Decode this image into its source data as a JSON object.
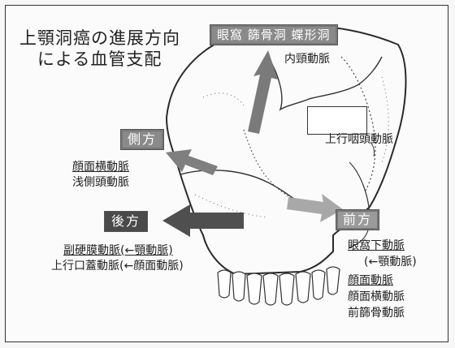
{
  "title": {
    "line1": "上顎洞癌の進展方向",
    "line2": "による血管支配"
  },
  "directions": {
    "superior": {
      "label": "眼窩 篩骨洞 蝶形洞",
      "vessels": [
        "内頸動脈"
      ]
    },
    "lateral": {
      "label": "側方",
      "vessels": [
        "顔面横動脈",
        "浅側頭動脈"
      ]
    },
    "posterior": {
      "label": "後方",
      "vessels": [
        "副硬膜動脈(←顎動脈)",
        "上行口蓋動脈(←顔面動脈)"
      ]
    },
    "anterior": {
      "label": "前方",
      "vessels": [
        "眼窩下動脈",
        "(←顎動脈)",
        "顔面動脈",
        "顔面横動脈",
        "前篩骨動脈"
      ]
    }
  },
  "other_vessels": {
    "ascending_pharyngeal": "上行咽頭動脈"
  },
  "colors": {
    "arrow": "#7a7a7a",
    "arrow_light": "#a8a8a8",
    "arrow_dark": "#4f4f4f",
    "badge": "#8a8a8a",
    "badge_dark": "#4a4a4a"
  }
}
